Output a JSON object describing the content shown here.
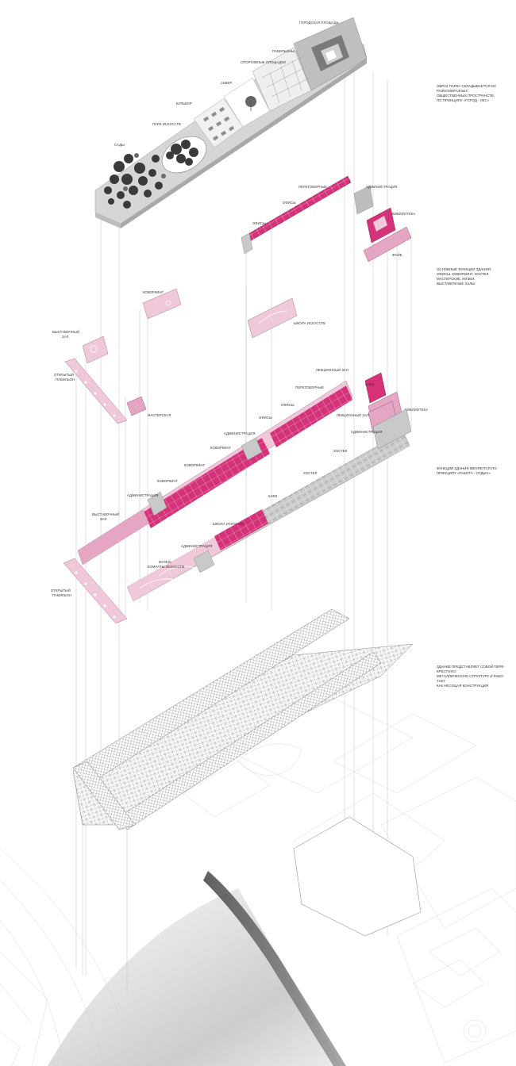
{
  "colors": {
    "magenta": "#d4337a",
    "pink": "#e4a6c2",
    "light_pink": "#efc9da",
    "grey_slab": "#c9c9c9",
    "park_grey": "#b9b9b9",
    "tree": "#3a3a3a",
    "line": "#bdbdbd"
  },
  "roof": {
    "labels": {
      "square": "ГОРОДСКАЯ ПЛОЩАДЬ",
      "pavilions": "ПАВИЛЬОНЫ",
      "sports": "СПОРТИВНЫЕ ПЛОЩАДКИ",
      "square2": "СКВЕР",
      "boulevard": "БУЛЬВАР",
      "art_park": "ПАРК ИСКУССТВ",
      "gardens": "САДЫ"
    },
    "note": [
      "ОБРАЗ ПАРКА СКЛАДЫВАЕТСЯ ИЗ",
      "РАЗНООБРАЗНЫХ",
      "ОБЩЕСТВЕННЫХ ПРОСТРАНСТВ,",
      "ПО ПРИНЦИПУ «ГОРОД - ЛЕС»"
    ]
  },
  "level3": {
    "labels": {
      "meeting": "ПЕРЕГОВОРНЫЕ",
      "admin": "АДМИНИСТРАЦИЯ",
      "offices1": "ОФИСЫ",
      "offices2": "ОФИСЫ",
      "library": "БИБЛИОТЕКА",
      "foyer": "ФОЙЕ"
    },
    "note": [
      "ОСНОВНЫЕ ФУНКЦИИ ЗДАНИЯ:",
      "ОФИСЫ, КОВОРКИНГ, ХОСТЕЛ,",
      "МАСТЕРСКИЕ, МУЗЕИ,",
      "ВЫСТАВОЧНЫЕ ЗАЛЫ"
    ]
  },
  "level2": {
    "labels": {
      "coworking_top": "КОВОРКИНГ",
      "exhibit_hall": [
        "ВЫСТАВОЧНЫЙ",
        "ЗАЛ"
      ],
      "art_school": "ШКОЛА ИСКУССТВ",
      "open_pavilion": [
        "ОТКРЫТЫЙ",
        "ПАВИЛЬОН"
      ],
      "workshop": "МАСТЕРСКАЯ",
      "lecture_hall": "ЛЕКЦИОННЫЙ ЗАЛ",
      "meeting": "ПЕРЕГОВОРНЫЕ",
      "cafe": "КАФЕ",
      "offices_a": "ОФИСЫ",
      "offices_b": "ОФИСЫ",
      "library": "БИБЛИОТЕКА",
      "admin": "АДМИНИСТРАЦИЯ",
      "coworking_a": "КОВОРКИНГ",
      "coworking_b": "КОВОРКИНГ",
      "coworking_c": "КОВОРКИНГ",
      "admin2": "АДМИНИСТРАЦИЯ",
      "exhibit_hall2": [
        "ВЫСТАВОЧНЫЙ",
        "ЗАЛ"
      ]
    }
  },
  "level1": {
    "labels": {
      "lecture_hall": "ЛЕКЦИОННЫЙ ЗАЛ",
      "admin": "АДМИНИСТРАЦИЯ",
      "hostel_a": "ХОСТЕЛ",
      "hostel_b": "ХОСТЕЛ",
      "cafe": "КАФЕ",
      "art_school": "ШКОЛА ИСКУССТВ",
      "admin2": "АДМИНИСТРАЦИЯ",
      "museum": [
        "МУЗЕЙ,",
        "КОМНАТЫ ИСКУССТВ"
      ],
      "open_pavilion": [
        "ОТКРЫТЫЙ",
        "ПАВИЛЬОН"
      ]
    },
    "note": [
      "ФУНКЦИИ ЗДАНИЯ МЕНЯЮТСЯ ПО",
      "ПРИНЦИПУ «РАБОТА - ОТДЫХ»"
    ]
  },
  "structure": {
    "note": [
      "ЗДАНИЕ ПРЕДСТАВЛЯЕТ СОБОЙ ПЕРЕ-",
      "КРЕСТНУЮ",
      "МЕТАЛЛИЧЕСКУЮ СТРУКТУРУ И РАБО-",
      "ТАЕТ",
      "КАК НЕСУЩАЯ КОНСТРУКЦИЯ"
    ]
  }
}
